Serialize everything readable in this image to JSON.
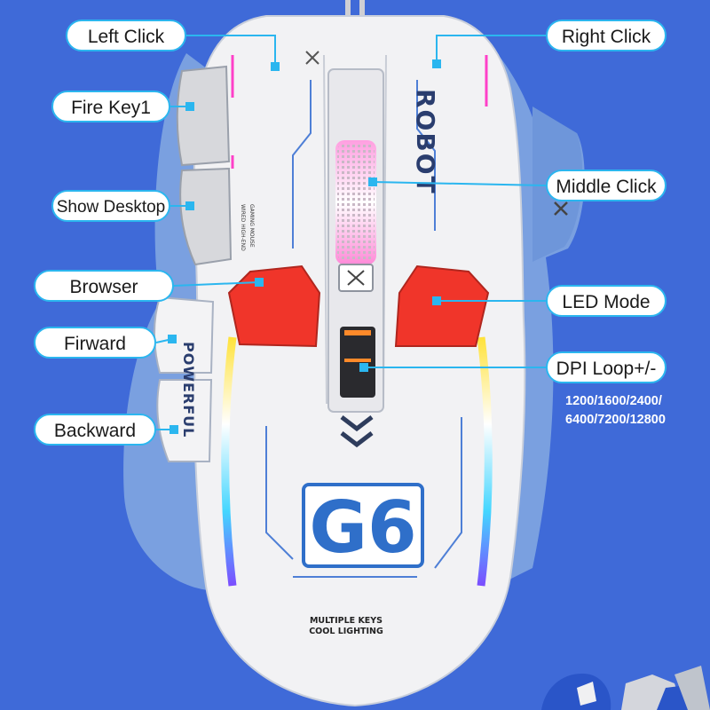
{
  "callouts": {
    "left_click": "Left Click",
    "right_click": "Right Click",
    "fire_key1": "Fire Key1",
    "show_desktop": "Show Desktop",
    "middle_click": "Middle Click",
    "browser": "Browser",
    "led_mode": "LED Mode",
    "firward": "Firward",
    "dpi_loop": "DPI Loop+/-",
    "backward": "Backward"
  },
  "dpi_values": {
    "line1": "1200/1600/2400/",
    "line2": "6400/7200/12800"
  },
  "mouse_markings": {
    "brand": "ROBOT",
    "side_text": "POWERFUL",
    "model": "G6",
    "tagline_1": "MULTIPLE KEYS",
    "tagline_2": "COOL LIGHTING",
    "small_print_1": "WIRED HIGH-END",
    "small_print_2": "GAMING MOUSE"
  },
  "colors": {
    "background": "#3f6ad8",
    "shell": "#f2f2f4",
    "side_blue": "#7aa0e0",
    "accent_red": "#f0352a",
    "callout_border": "#2bb6ef",
    "logo_blue": "#2f6fc9"
  }
}
